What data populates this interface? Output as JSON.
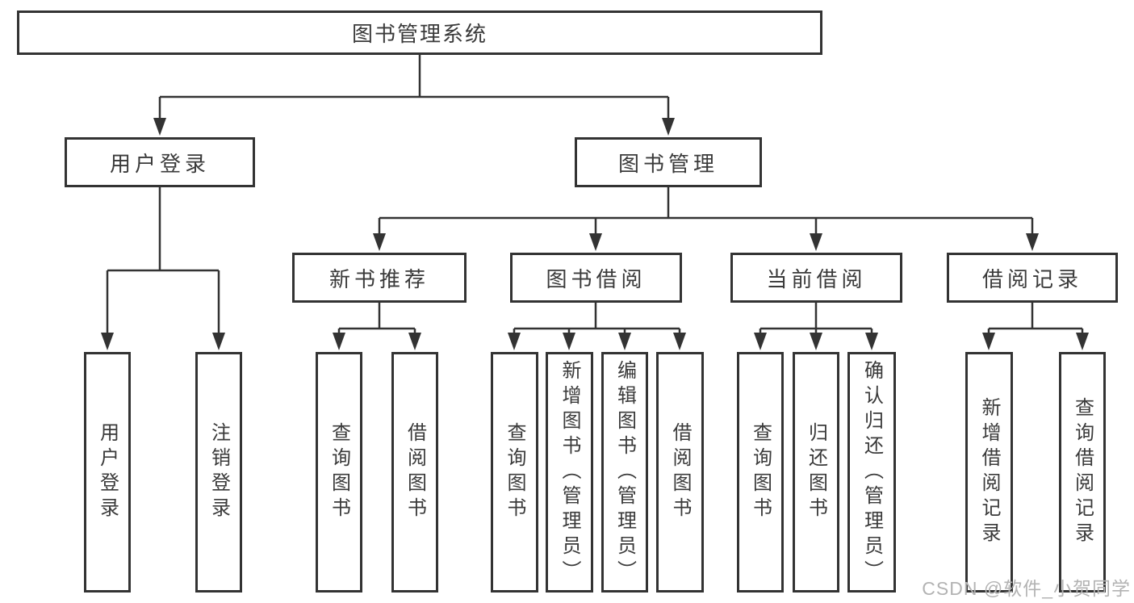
{
  "colors": {
    "border": "#333333",
    "line": "#333333",
    "text": "#3a3a3a",
    "background": "#ffffff",
    "watermark": "#b3b3b3"
  },
  "watermark": {
    "text": "CSDN @软件_小贺同学"
  },
  "tree": {
    "root": {
      "label": "图书管理系统"
    },
    "branches": [
      {
        "label": "用户登录",
        "children": [
          {
            "label": "用户登录"
          },
          {
            "label": "注销登录"
          }
        ]
      },
      {
        "label": "图书管理",
        "sections": [
          {
            "label": "新书推荐",
            "children": [
              {
                "label": "查询图书"
              },
              {
                "label": "借阅图书"
              }
            ]
          },
          {
            "label": "图书借阅",
            "children": [
              {
                "label": "查询图书"
              },
              {
                "label": "新增图书（管理员）"
              },
              {
                "label": "编辑图书（管理员）"
              },
              {
                "label": "借阅图书"
              }
            ]
          },
          {
            "label": "当前借阅",
            "children": [
              {
                "label": "查询图书"
              },
              {
                "label": "归还图书"
              },
              {
                "label": "确认归还（管理员）"
              }
            ]
          },
          {
            "label": "借阅记录",
            "children": [
              {
                "label": "新增借阅记录"
              },
              {
                "label": "查询借阅记录"
              }
            ]
          }
        ]
      }
    ]
  }
}
